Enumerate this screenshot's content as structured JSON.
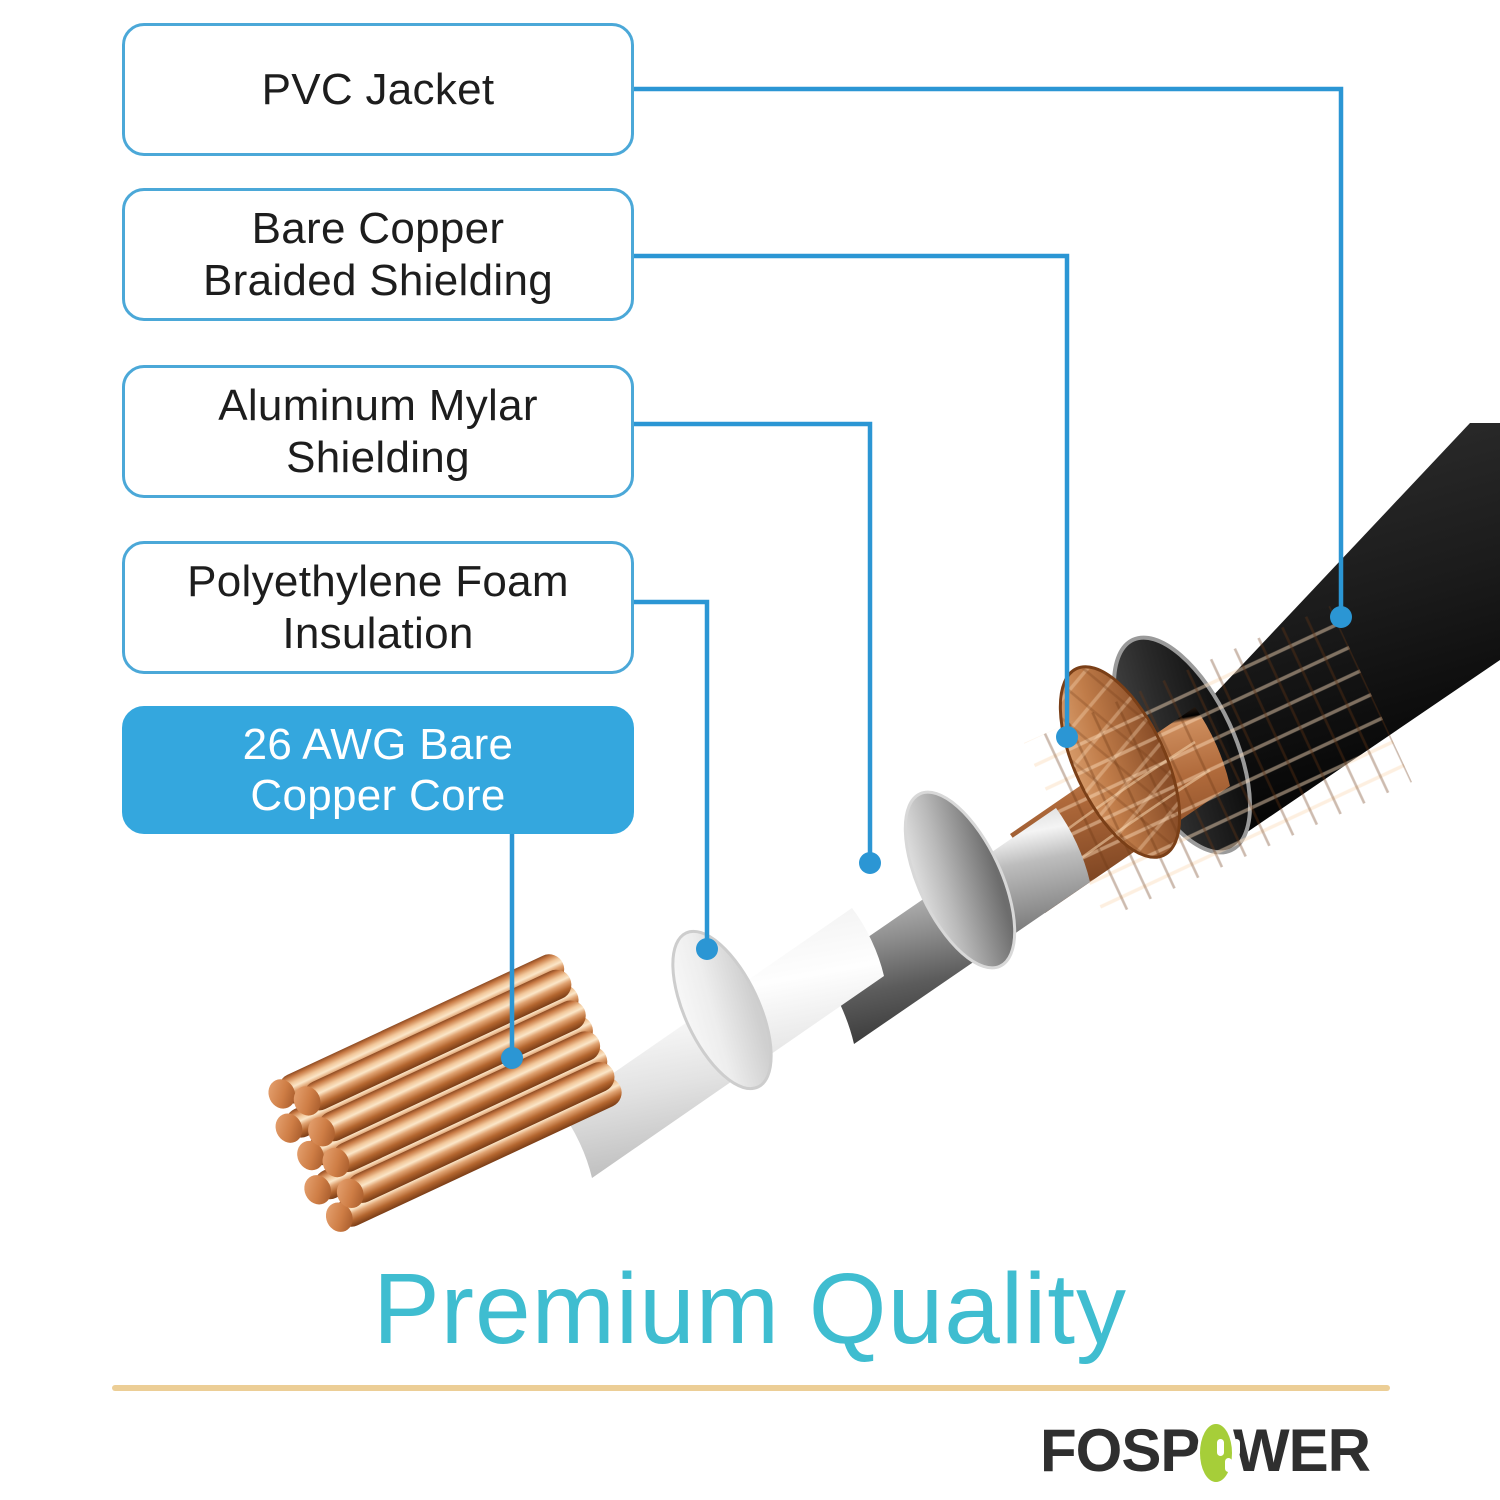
{
  "page": {
    "background_color": "#ffffff",
    "accent_blue": "#34A7DE",
    "outline_blue": "#4BA8D8",
    "headline_color": "#3FBDD0",
    "divider_color": "#ECCE96"
  },
  "callouts": [
    {
      "id": "pvc",
      "label": "PVC Jacket",
      "style": "outline"
    },
    {
      "id": "braid",
      "label": "Bare Copper\nBraided Shielding",
      "style": "outline"
    },
    {
      "id": "mylar",
      "label": "Aluminum Mylar\nShielding",
      "style": "outline"
    },
    {
      "id": "foam",
      "label": "Polyethylene Foam\nInsulation",
      "style": "outline"
    },
    {
      "id": "core",
      "label": "26 AWG Bare\nCopper Core",
      "style": "filled"
    }
  ],
  "diagram": {
    "type": "cable-cutaway",
    "layers": [
      {
        "name": "PVC Jacket",
        "color": "#262626",
        "order": 1
      },
      {
        "name": "Bare Copper Braided Shielding",
        "color": "#B06A3B",
        "order": 2
      },
      {
        "name": "Aluminum Mylar Shielding",
        "color": "#9A9A9A",
        "order": 3
      },
      {
        "name": "Polyethylene Foam Insulation",
        "color": "#EDEDED",
        "order": 4
      },
      {
        "name": "26 AWG Bare Copper Core",
        "color": "#D28E5C",
        "order": 5
      }
    ],
    "leader_line_color": "#2B96D4"
  },
  "footer": {
    "headline": "Premium Quality",
    "brand_prefix": "FOSP",
    "brand_suffix": "WER"
  }
}
